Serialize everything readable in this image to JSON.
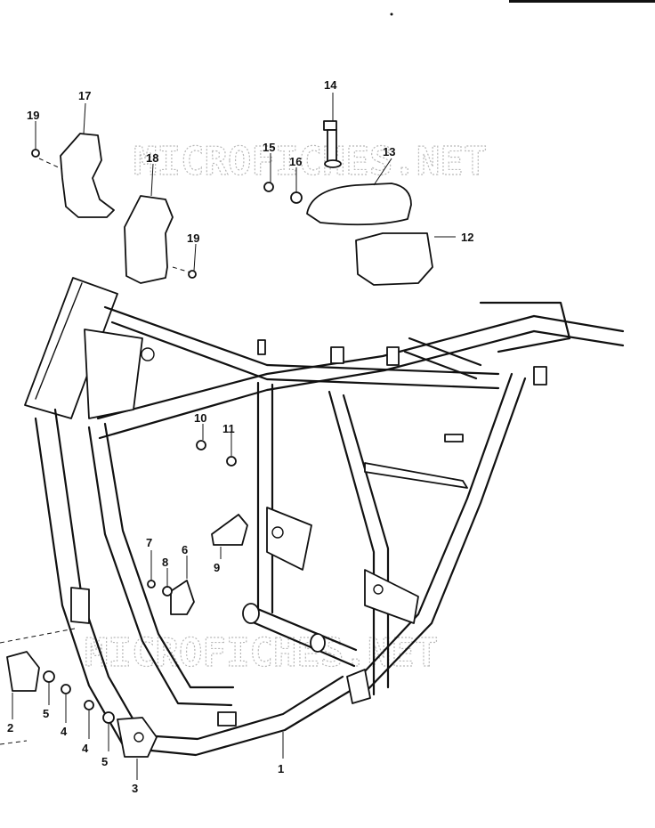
{
  "watermark": "MICROFICHES.NET",
  "callouts": [
    {
      "id": "c1",
      "label": "1"
    },
    {
      "id": "c2",
      "label": "2"
    },
    {
      "id": "c3",
      "label": "3"
    },
    {
      "id": "c4a",
      "label": "4"
    },
    {
      "id": "c4b",
      "label": "4"
    },
    {
      "id": "c5a",
      "label": "5"
    },
    {
      "id": "c5b",
      "label": "5"
    },
    {
      "id": "c6",
      "label": "6"
    },
    {
      "id": "c7",
      "label": "7"
    },
    {
      "id": "c8",
      "label": "8"
    },
    {
      "id": "c9",
      "label": "9"
    },
    {
      "id": "c10",
      "label": "10"
    },
    {
      "id": "c11",
      "label": "11"
    },
    {
      "id": "c12",
      "label": "12"
    },
    {
      "id": "c13",
      "label": "13"
    },
    {
      "id": "c14",
      "label": "14"
    },
    {
      "id": "c15",
      "label": "15"
    },
    {
      "id": "c16",
      "label": "16"
    },
    {
      "id": "c17",
      "label": "17"
    },
    {
      "id": "c18",
      "label": "18"
    },
    {
      "id": "c19a",
      "label": "19"
    },
    {
      "id": "c19b",
      "label": "19"
    }
  ]
}
